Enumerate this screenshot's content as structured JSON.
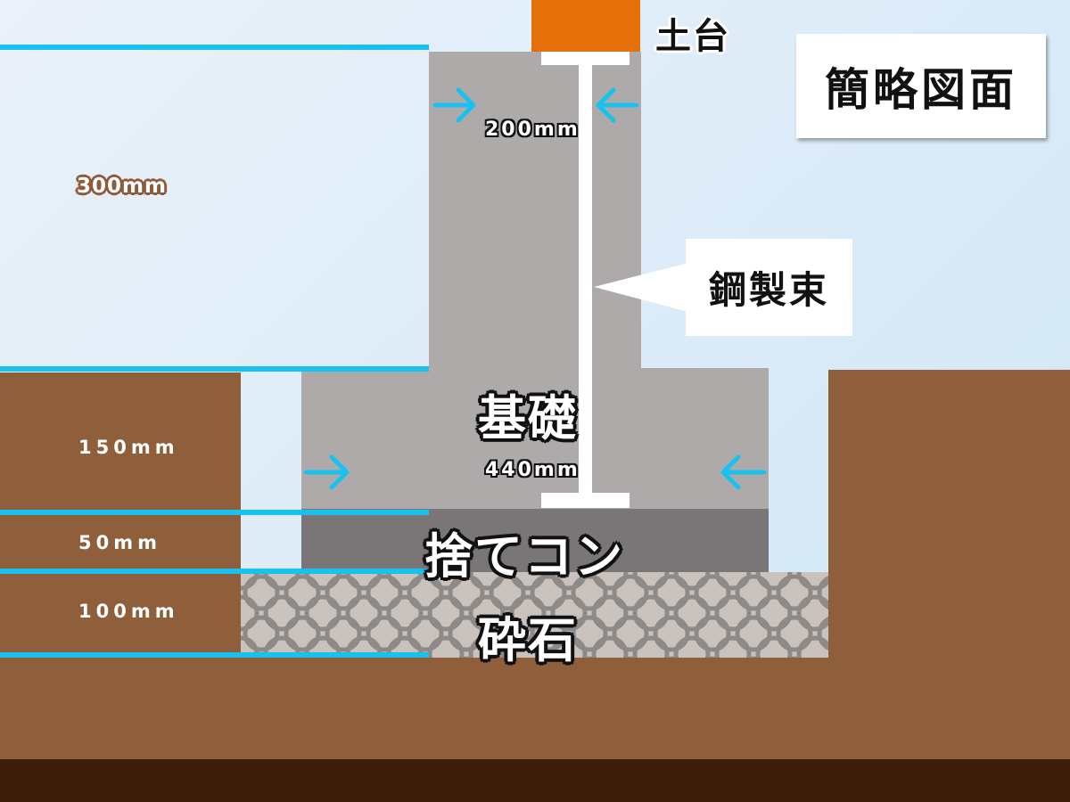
{
  "labels": {
    "dodai": "土台",
    "title": "簡略図面",
    "steel_post": "鋼製束",
    "foundation": "基礎",
    "leveling_concrete": "捨てコン",
    "crushed_stone": "砕石"
  },
  "dimensions": {
    "top_width": "200mm",
    "bottom_width": "440mm",
    "upper_height": "300mm",
    "footing_height": "150mm",
    "leveling_height": "50mm",
    "gravel_height": "100mm"
  },
  "colors": {
    "sky_top": "#eaf1f8",
    "sky_bottom": "#cfe6f7",
    "soil": "#8f5e3b",
    "deep_soil": "#3e1e0a",
    "concrete": "#aeaaaa",
    "leveling_concrete": "#7a7677",
    "gravel": "#c9c2bd",
    "dodai": "#e56f08",
    "dimension_line": "#19c2ee",
    "steel": "#ffffff"
  }
}
